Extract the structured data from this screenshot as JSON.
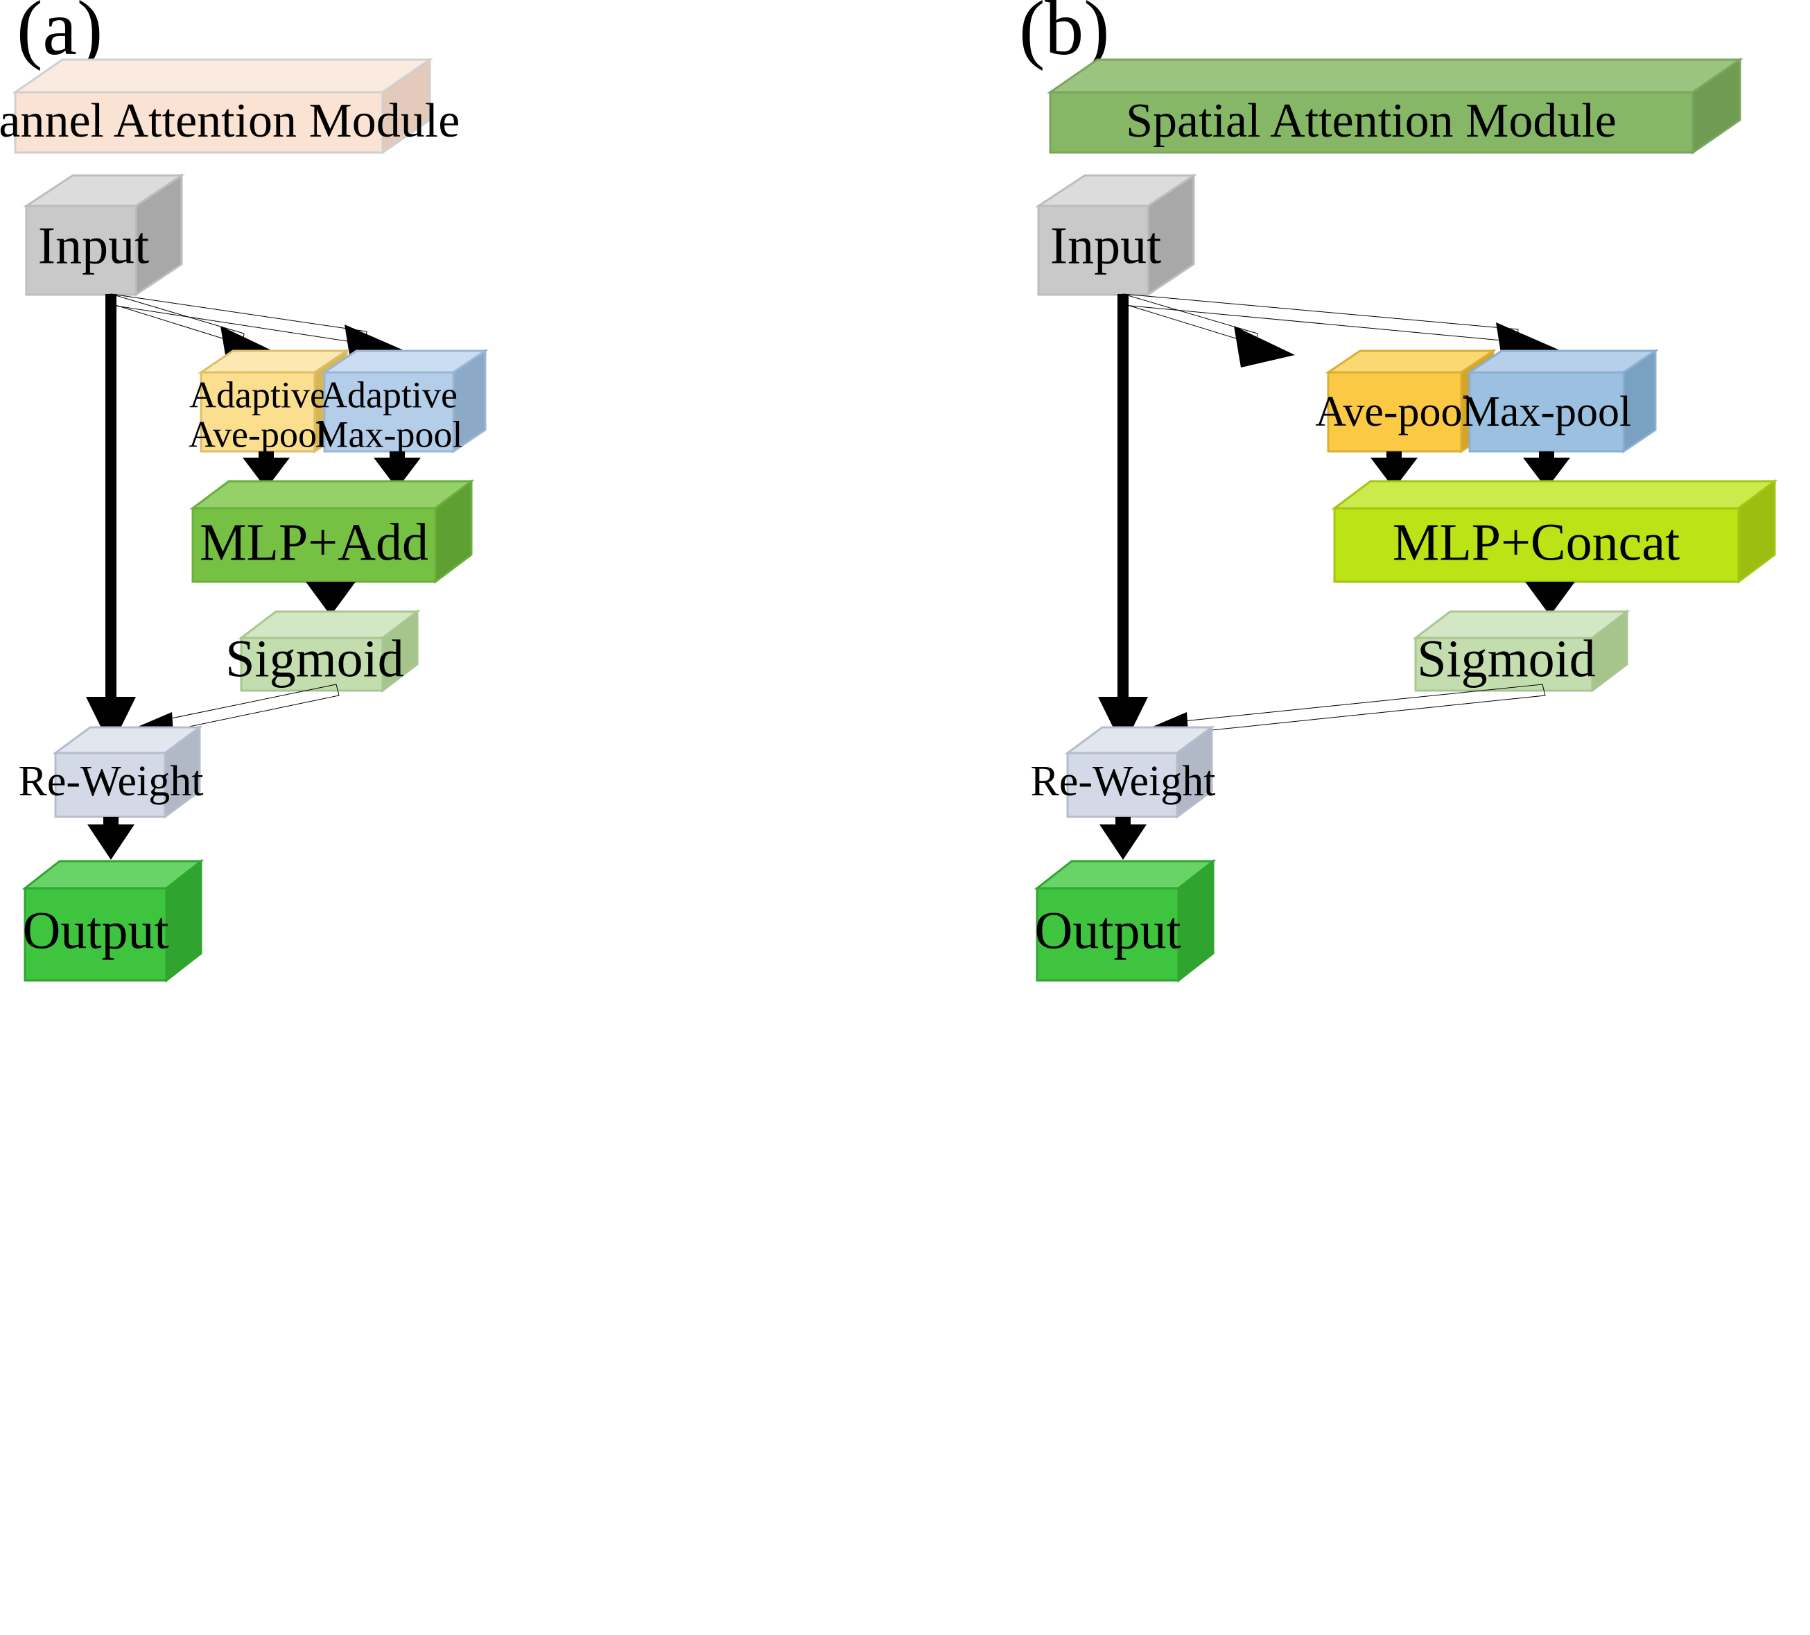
{
  "figure": {
    "type": "diagram",
    "title": "Channel Attention Module and Spatial Attention Module",
    "background": "#ffffff",
    "panels": [
      {
        "letter": "(a)",
        "header": {
          "label": "Channel Attention Module",
          "color_front": "#FAE3D3",
          "color_top": "#FBEADF",
          "color_side": "#E0C4B4"
        },
        "nodes": [
          {
            "id": "input",
            "label": "Input",
            "color_front": "#C9C9C9",
            "color_top": "#DCDCDC",
            "color_side": "#A8A8A8"
          },
          {
            "id": "avepool",
            "label": "Adaptive\nAve-pool",
            "color_front": "#FBDE8E",
            "color_top": "#FCE9B2",
            "color_side": "#D7B656"
          },
          {
            "id": "maxpool",
            "label": "Adaptive\nMax-pool",
            "color_front": "#B4CDE8",
            "color_top": "#CBDDF0",
            "color_side": "#8CA9C8"
          },
          {
            "id": "mlp",
            "label": "MLP+Add",
            "color_front": "#76C044",
            "color_top": "#96D069",
            "color_side": "#5FA033"
          },
          {
            "id": "sigmoid",
            "label": "Sigmoid",
            "color_front": "#C3DDAE",
            "color_top": "#D4E7C4",
            "color_side": "#A6C58D"
          },
          {
            "id": "reweight",
            "label": "Re-Weight",
            "color_front": "#D3D9E6",
            "color_top": "#E1E6EF",
            "color_side": "#B1B8C8"
          },
          {
            "id": "output",
            "label": "Output",
            "color_front": "#3FC43F",
            "color_top": "#68D468",
            "color_side": "#2FA52F"
          }
        ],
        "edges": [
          {
            "from": "input",
            "to": "avepool"
          },
          {
            "from": "input",
            "to": "maxpool"
          },
          {
            "from": "avepool",
            "to": "mlp"
          },
          {
            "from": "maxpool",
            "to": "mlp"
          },
          {
            "from": "mlp",
            "to": "sigmoid"
          },
          {
            "from": "sigmoid",
            "to": "reweight"
          },
          {
            "from": "input",
            "to": "reweight"
          },
          {
            "from": "reweight",
            "to": "output"
          }
        ]
      },
      {
        "letter": "(b)",
        "header": {
          "label": "Spatial Attention Module",
          "color_front": "#85B766",
          "color_top": "#9AC47F",
          "color_side": "#6F9C52"
        },
        "nodes": [
          {
            "id": "input",
            "label": "Input",
            "color_front": "#C9C9C9",
            "color_top": "#DCDCDC",
            "color_side": "#A8A8A8"
          },
          {
            "id": "avepool",
            "label": "Ave-pool",
            "color_front": "#FBC944",
            "color_top": "#FCD873",
            "color_side": "#D5A52A"
          },
          {
            "id": "maxpool",
            "label": "Max-pool",
            "color_front": "#9BC0E0",
            "color_top": "#B6D0EA",
            "color_side": "#7AA0C2"
          },
          {
            "id": "mlp",
            "label": "MLP+Concat",
            "color_front": "#BBE316",
            "color_top": "#CBEA4B",
            "color_side": "#9CBE10"
          },
          {
            "id": "sigmoid",
            "label": "Sigmoid",
            "color_front": "#C3DDAE",
            "color_top": "#D4E7C4",
            "color_side": "#A6C58D"
          },
          {
            "id": "reweight",
            "label": "Re-Weight",
            "color_front": "#D3D9E6",
            "color_top": "#E1E6EF",
            "color_side": "#B1B8C8"
          },
          {
            "id": "output",
            "label": "Output",
            "color_front": "#3FC43F",
            "color_top": "#68D468",
            "color_side": "#2FA52F"
          }
        ],
        "edges": [
          {
            "from": "input",
            "to": "avepool"
          },
          {
            "from": "input",
            "to": "maxpool"
          },
          {
            "from": "avepool",
            "to": "mlp"
          },
          {
            "from": "maxpool",
            "to": "mlp"
          },
          {
            "from": "mlp",
            "to": "sigmoid"
          },
          {
            "from": "sigmoid",
            "to": "reweight"
          },
          {
            "from": "input",
            "to": "reweight"
          },
          {
            "from": "reweight",
            "to": "output"
          }
        ]
      }
    ]
  },
  "labels": {
    "panel_a_letter": "(a)",
    "panel_b_letter": "(b)",
    "channel_module": "Channel Attention Module",
    "spatial_module": "Spatial Attention Module",
    "a_input": "Input",
    "a_avepool_line1": "Adaptive",
    "a_avepool_line2": "Ave-pool",
    "a_maxpool_line1": "Adaptive",
    "a_maxpool_line2": "Max-pool",
    "a_mlp": "MLP+Add",
    "a_sigmoid": "Sigmoid",
    "a_reweight": "Re-Weight",
    "a_output": "Output",
    "b_input": "Input",
    "b_avepool": "Ave-pool",
    "b_maxpool": "Max-pool",
    "b_mlp": "MLP+Concat",
    "b_sigmoid": "Sigmoid",
    "b_reweight": "Re-Weight",
    "b_output": "Output"
  }
}
